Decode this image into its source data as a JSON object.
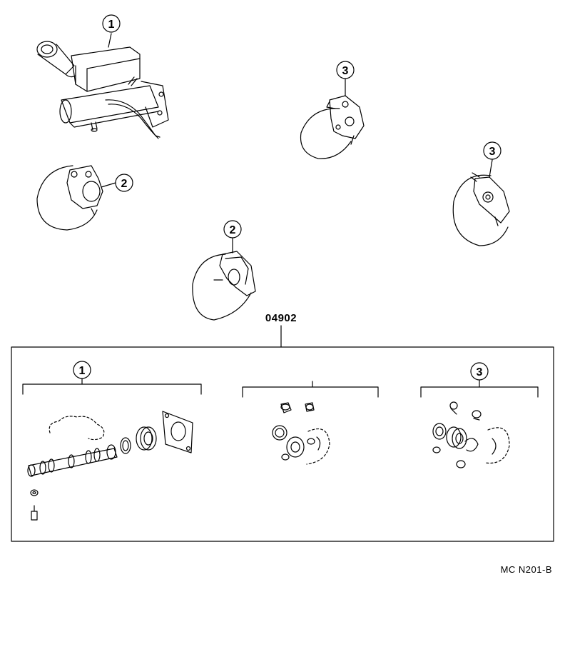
{
  "diagram": {
    "kit_code": "04902",
    "ref_code": "MC N201-B",
    "callouts": {
      "master_cylinder": "1",
      "front_caliper_left": "2",
      "front_caliper_center": "2",
      "rear_caliper_top": "3",
      "rear_caliper_right": "3"
    },
    "kit_groups": {
      "master_cylinder_kit": "1",
      "front_caliper_kit": "",
      "rear_caliper_kit": "3"
    }
  }
}
